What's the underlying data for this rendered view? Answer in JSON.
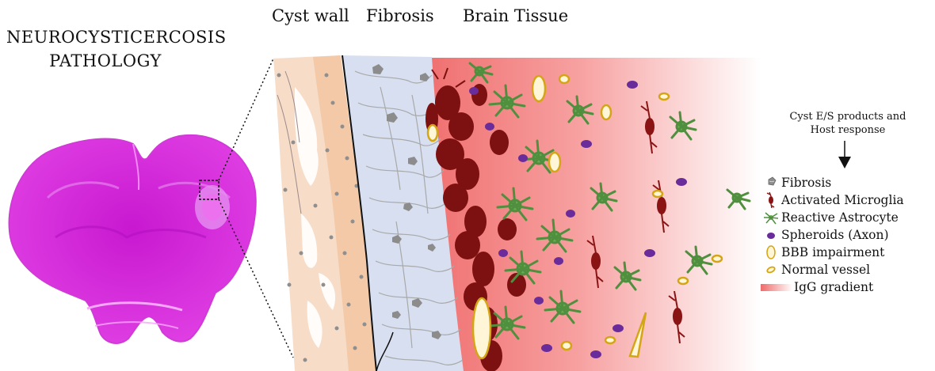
{
  "title": [
    "NEUROCYSTICERCOSIS",
    "PATHOLOGY"
  ],
  "zone_headers": {
    "cyst_wall": "Cyst wall",
    "fibrosis": "Fibrosis",
    "brain_tissue": "Brain Tissue"
  },
  "flow_text": "Cyst E/S products and Host response",
  "legend": [
    {
      "icon": "fibrosis-icon",
      "label": "Fibrosis"
    },
    {
      "icon": "microglia-icon",
      "label": "Activated Microglia"
    },
    {
      "icon": "astrocyte-icon",
      "label": "Reactive Astrocyte"
    },
    {
      "icon": "spheroid-icon",
      "label": "Spheroids (Axon)"
    },
    {
      "icon": "bbb-icon",
      "label": "BBB impairment"
    },
    {
      "icon": "vessel-icon",
      "label": "Normal vessel"
    },
    {
      "icon": "igg-gradient-icon",
      "label": "IgG gradient"
    }
  ],
  "colors": {
    "brain_section": "#dd22dd",
    "cyst_wall": "#f6d6c2",
    "fibrosis": "#d3dcee",
    "microglia": "#7d1010",
    "astrocyte": "#5fa14a",
    "spheroid": "#6a2c9a",
    "vessel": "#d4a514",
    "igg": "#f07a7a"
  }
}
